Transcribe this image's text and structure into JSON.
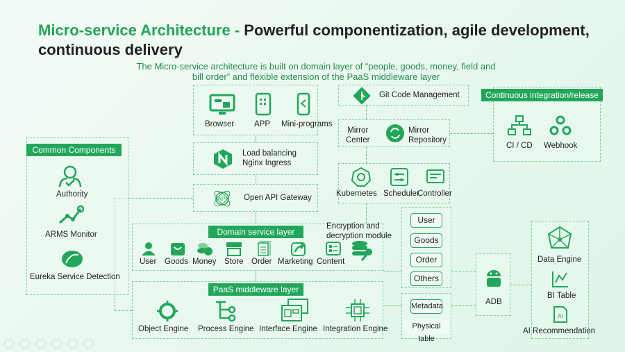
{
  "title": {
    "green": "Micro-service Architecture -",
    "black": " Powerful componentization, agile development, continuous delivery"
  },
  "subtitle": {
    "line1": "The Micro-service architecture is built on domain layer of  “people, goods, money, field and",
    "line2": "bill order”  and flexible extension of the PaaS middleware layer"
  },
  "clients": [
    "Browser",
    "APP",
    "Mini-programs"
  ],
  "nginx": {
    "line1": "Load balancing",
    "line2": "Nginx Ingress"
  },
  "gateway": "Open API Gateway",
  "git": "Git Code Management",
  "mirror": {
    "center1": "Mirror",
    "center2": "Center",
    "repo1": "Mirror",
    "repo2": "Repository"
  },
  "k8s": [
    "Kubernetes",
    "Scheduler",
    "Controller"
  ],
  "ci": {
    "header": "Continuous integration/release",
    "items": [
      "CI / CD",
      "Webhook"
    ]
  },
  "common": {
    "header": "Common Components",
    "items": [
      "Authority",
      "ARMS Monitor",
      "Eureka Service Detection"
    ]
  },
  "domain": {
    "header": "Domain service layer",
    "items": [
      "User",
      "Goods",
      "Money",
      "Store",
      "Order",
      "Marketing",
      "Content"
    ],
    "encryption1": "Encryption and",
    "encryption2": "decryption module"
  },
  "paas": {
    "header": "PaaS middleware layer",
    "items": [
      "Object Engine",
      "Process Engine",
      "Interface Engine",
      "Integration Engine"
    ]
  },
  "databases": [
    "User",
    "Goods",
    "Order",
    "Others"
  ],
  "meta": [
    "Metadata",
    "Physical table"
  ],
  "adb": "ADB",
  "data": [
    "Data Engine",
    "BI Table",
    "AI Recommendation"
  ],
  "colors": {
    "accent": "#22a75a"
  }
}
